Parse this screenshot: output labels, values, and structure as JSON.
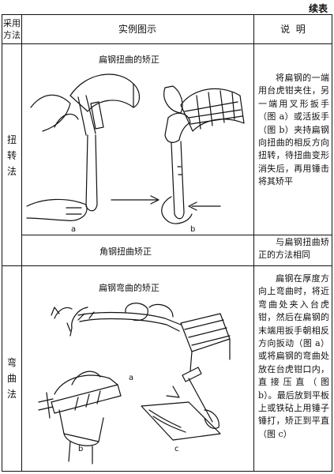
{
  "continued": "续表",
  "header": {
    "method_col_line1": "采用",
    "method_col_line2": "方法",
    "example_col": "实例图示",
    "desc_col": "说  明"
  },
  "rows": [
    {
      "method": "扭转法",
      "caption": "扁钢扭曲的矫正",
      "labels": [
        "a",
        "b"
      ],
      "description": "将扁钢的一端用台虎钳夹住，另一端用叉形扳手（图 a）或活扳手（图 b）夹持扁钢向扭曲的相反方向扭转，待扭曲变形消失后，再用锤击将其矫平"
    },
    {
      "caption": "角钢扭曲矫正",
      "description": "与扁钢扭曲矫正的方法相同"
    },
    {
      "method": "弯曲法",
      "caption": "扁钢弯曲的矫正",
      "labels": [
        "a",
        "b",
        "c"
      ],
      "description": "扁钢在厚度方向上弯曲时，将近弯曲处夹入台虎钳，然后在扁钢的末端用扳手朝相反方向扳动（图 a）或将扁钢的弯曲处放在台虎钳口内，直接压直（图 b）。最后放到平板上或铁砧上用锤子锤打，矫正到平直（图 c）"
    }
  ]
}
